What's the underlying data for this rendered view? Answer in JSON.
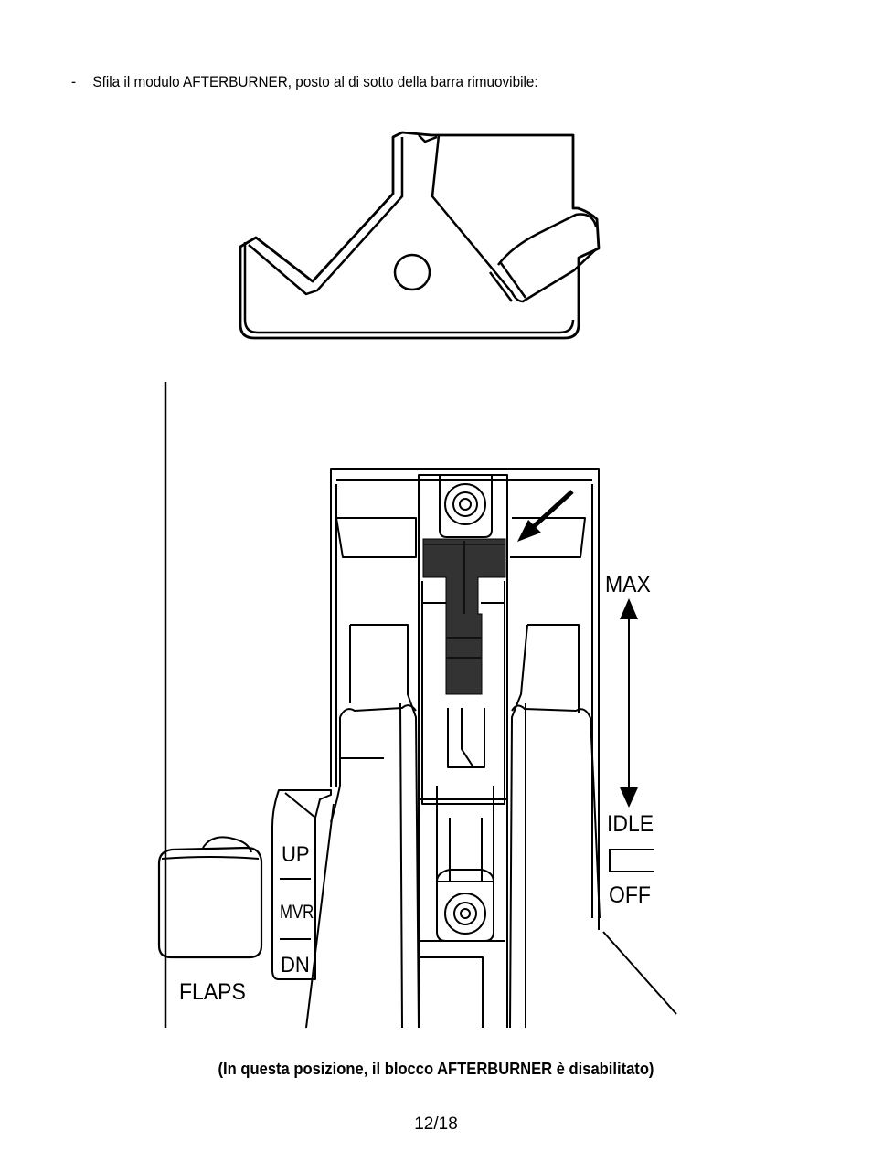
{
  "instruction": {
    "dash": "-",
    "text": "Sfila il modulo AFTERBURNER, posto al di sotto della barra rimuovibile:"
  },
  "throttle_labels": {
    "max": "MAX",
    "idle": "IDLE",
    "off": "OFF"
  },
  "flaps_labels": {
    "up": "UP",
    "mvr": "MVR",
    "dn": "DN",
    "flaps": "FLAPS"
  },
  "caption": "(In questa posizione, il blocco AFTERBURNER è disabilitato)",
  "page_number": "12/18"
}
